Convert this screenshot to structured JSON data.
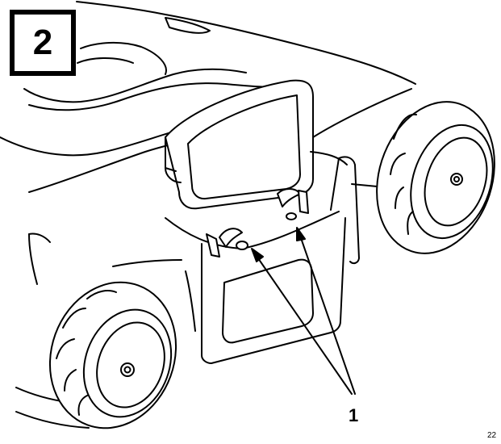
{
  "step": {
    "number": "2"
  },
  "callouts": [
    {
      "label": "1"
    }
  ],
  "figure_ref": "22",
  "colors": {
    "ink": "#000000",
    "paper": "#ffffff"
  }
}
